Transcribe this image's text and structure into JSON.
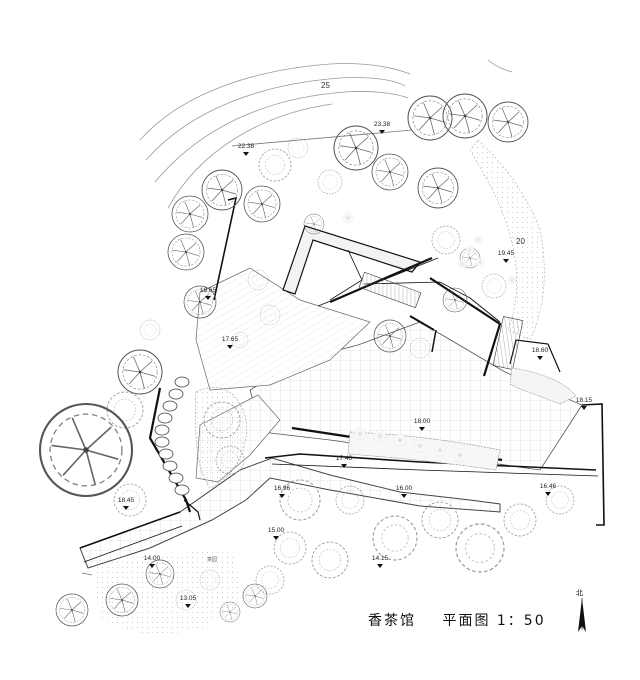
{
  "title": {
    "name": "香茶馆",
    "scale": "平面图 1：50"
  },
  "north": {
    "label": "北"
  },
  "note": "茶园",
  "contours": {
    "upper": "25",
    "right": "20"
  },
  "levels": [
    {
      "id": "l1",
      "value": "23.38"
    },
    {
      "id": "l2",
      "value": "22.38"
    },
    {
      "id": "l3",
      "value": "19.65"
    },
    {
      "id": "l4",
      "value": "19.45"
    },
    {
      "id": "l5",
      "value": "17.65"
    },
    {
      "id": "l6",
      "value": "18.60"
    },
    {
      "id": "l7",
      "value": "18.15"
    },
    {
      "id": "l8",
      "value": "18.00"
    },
    {
      "id": "l9",
      "value": "17.46"
    },
    {
      "id": "l10",
      "value": "16.96"
    },
    {
      "id": "l11",
      "value": "16.00"
    },
    {
      "id": "l12",
      "value": "16.46"
    },
    {
      "id": "l13",
      "value": "18.45"
    },
    {
      "id": "l14",
      "value": "15.00"
    },
    {
      "id": "l15",
      "value": "14.15"
    },
    {
      "id": "l16",
      "value": "14.00"
    },
    {
      "id": "l17",
      "value": "13.05"
    }
  ]
}
